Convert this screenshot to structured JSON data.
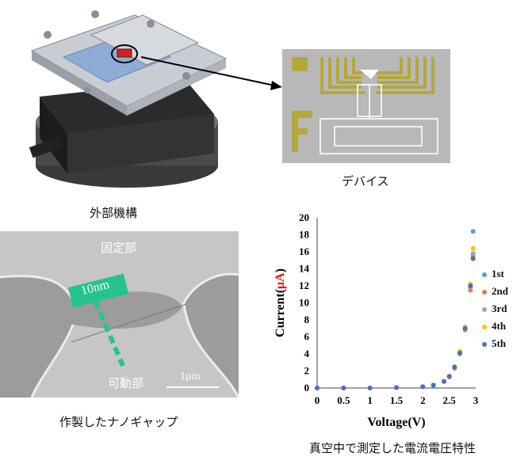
{
  "captions": {
    "mechanism": "外部機構",
    "device": "デバイス",
    "nanogap": "作製したナノギャップ",
    "iv": "真空中で測定した電流電圧特性"
  },
  "sem": {
    "fixed_label": "固定部",
    "movable_label": "可動部",
    "gap_label": "10nm",
    "scale_label": "1μm"
  },
  "chart_data": {
    "type": "scatter",
    "xlabel": "Voltage(V)",
    "ylabel_prefix": "Current(",
    "ylabel_unit": "μA",
    "ylabel_suffix": ")",
    "xlim": [
      0,
      3
    ],
    "ylim": [
      0,
      20
    ],
    "xticks": [
      "0",
      "0.5",
      "1",
      "1.5",
      "2",
      "2.5",
      "3"
    ],
    "yticks": [
      "0",
      "2",
      "4",
      "6",
      "8",
      "10",
      "12",
      "14",
      "16",
      "18",
      "20"
    ],
    "legend_position": "right",
    "series": [
      {
        "name": "1st",
        "color": "#5b9bd5",
        "x": [
          0,
          0.5,
          1,
          1.5,
          2,
          2.2,
          2.4,
          2.5,
          2.6,
          2.7,
          2.8,
          2.9,
          2.95
        ],
        "y": [
          0,
          0,
          0,
          0.05,
          0.15,
          0.35,
          0.8,
          1.4,
          2.5,
          4.2,
          7,
          12,
          18.4
        ]
      },
      {
        "name": "2nd",
        "color": "#ed7d31",
        "x": [
          0,
          0.5,
          1,
          1.5,
          2,
          2.2,
          2.4,
          2.5,
          2.6,
          2.7,
          2.8,
          2.9,
          2.95
        ],
        "y": [
          0,
          0,
          0,
          0.05,
          0.15,
          0.3,
          0.75,
          1.3,
          2.3,
          4,
          6.8,
          11.5,
          15.5
        ]
      },
      {
        "name": "3rd",
        "color": "#a5a5a5",
        "x": [
          0,
          0.5,
          1,
          1.5,
          2,
          2.2,
          2.4,
          2.5,
          2.6,
          2.7,
          2.8,
          2.9,
          2.95
        ],
        "y": [
          0,
          0,
          0,
          0.05,
          0.15,
          0.32,
          0.78,
          1.35,
          2.4,
          4.1,
          6.9,
          11.8,
          15.8
        ]
      },
      {
        "name": "4th",
        "color": "#ffc000",
        "x": [
          0,
          0.5,
          1,
          1.5,
          2,
          2.2,
          2.4,
          2.5,
          2.6,
          2.7,
          2.8,
          2.9,
          2.95
        ],
        "y": [
          0,
          0,
          0,
          0.05,
          0.15,
          0.3,
          0.8,
          1.4,
          2.5,
          4.3,
          7.2,
          12.2,
          16.4
        ]
      },
      {
        "name": "5th",
        "color": "#4472c4",
        "x": [
          0,
          0.5,
          1,
          1.5,
          2,
          2.2,
          2.4,
          2.5,
          2.6,
          2.7,
          2.8,
          2.9,
          2.95
        ],
        "y": [
          0,
          0,
          0,
          0.05,
          0.15,
          0.33,
          0.77,
          1.35,
          2.45,
          4.1,
          7,
          12,
          15.2
        ]
      }
    ]
  },
  "colors": {
    "gold": "#b5a83a",
    "metal": "#c9ccd2",
    "sem_bg": "#9c9c9c",
    "gap_marker": "#23c48f",
    "ylabel_unit_color": "#e0191b"
  }
}
